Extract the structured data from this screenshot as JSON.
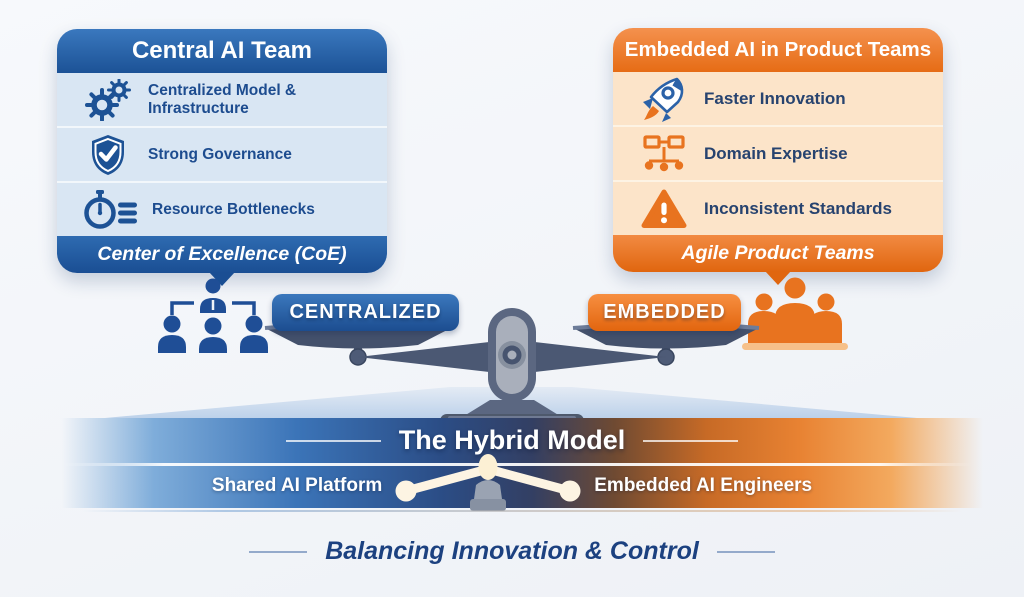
{
  "left_card": {
    "title": "Central AI Team",
    "items": [
      {
        "icon": "gears-icon",
        "label": "Centralized Model & Infrastructure"
      },
      {
        "icon": "shield-check-icon",
        "label": "Strong Governance"
      },
      {
        "icon": "stopwatch-list-icon",
        "label": "Resource Bottlenecks"
      }
    ],
    "footer": "Center of Excellence (CoE)"
  },
  "right_card": {
    "title": "Embedded AI in Product Teams",
    "items": [
      {
        "icon": "rocket-icon",
        "label": "Faster Innovation"
      },
      {
        "icon": "org-chart-icon",
        "label": "Domain Expertise"
      },
      {
        "icon": "warning-triangle-icon",
        "label": "Inconsistent Standards"
      }
    ],
    "footer": "Agile Product Teams"
  },
  "scale": {
    "left_pan_label": "CENTRALIZED",
    "right_pan_label": "EMBEDDED"
  },
  "hybrid_band": {
    "title": "The Hybrid Model",
    "left_label": "Shared AI Platform",
    "right_label": "Embedded AI Engineers"
  },
  "caption": "Balancing Innovation & Control",
  "colors": {
    "blue": "#1d5295",
    "blue_dark": "#1a4e93",
    "orange": "#e8731f",
    "orange_dark": "#e0660f",
    "navy_text": "#1c4180",
    "band_blue": "#2b4d86",
    "band_orange": "#e88232"
  }
}
